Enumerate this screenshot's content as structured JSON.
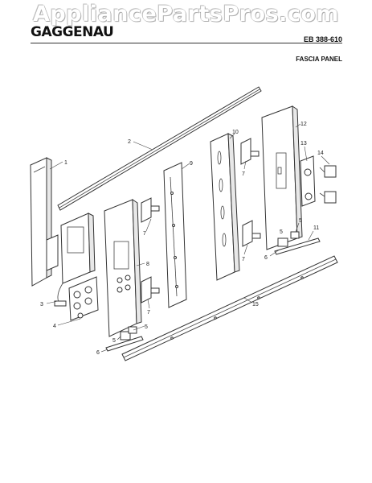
{
  "header": {
    "watermark": "AppliancePartsPros.com",
    "brand": "GAGGENAU",
    "model": "EB 388-610",
    "section": "FASCIA PANEL"
  },
  "callouts": {
    "n1": "1",
    "n2": "2",
    "n3": "3",
    "n4": "4",
    "n5a": "5",
    "n5b": "5",
    "n5c": "5",
    "n5d": "5",
    "n6a": "6",
    "n6b": "6",
    "n7a": "7",
    "n7b": "7",
    "n7c": "7",
    "n7d": "7",
    "n8": "8",
    "n9": "9",
    "n10": "10",
    "n11": "11",
    "n12": "12",
    "n13": "13",
    "n14": "14",
    "n15": "15"
  }
}
